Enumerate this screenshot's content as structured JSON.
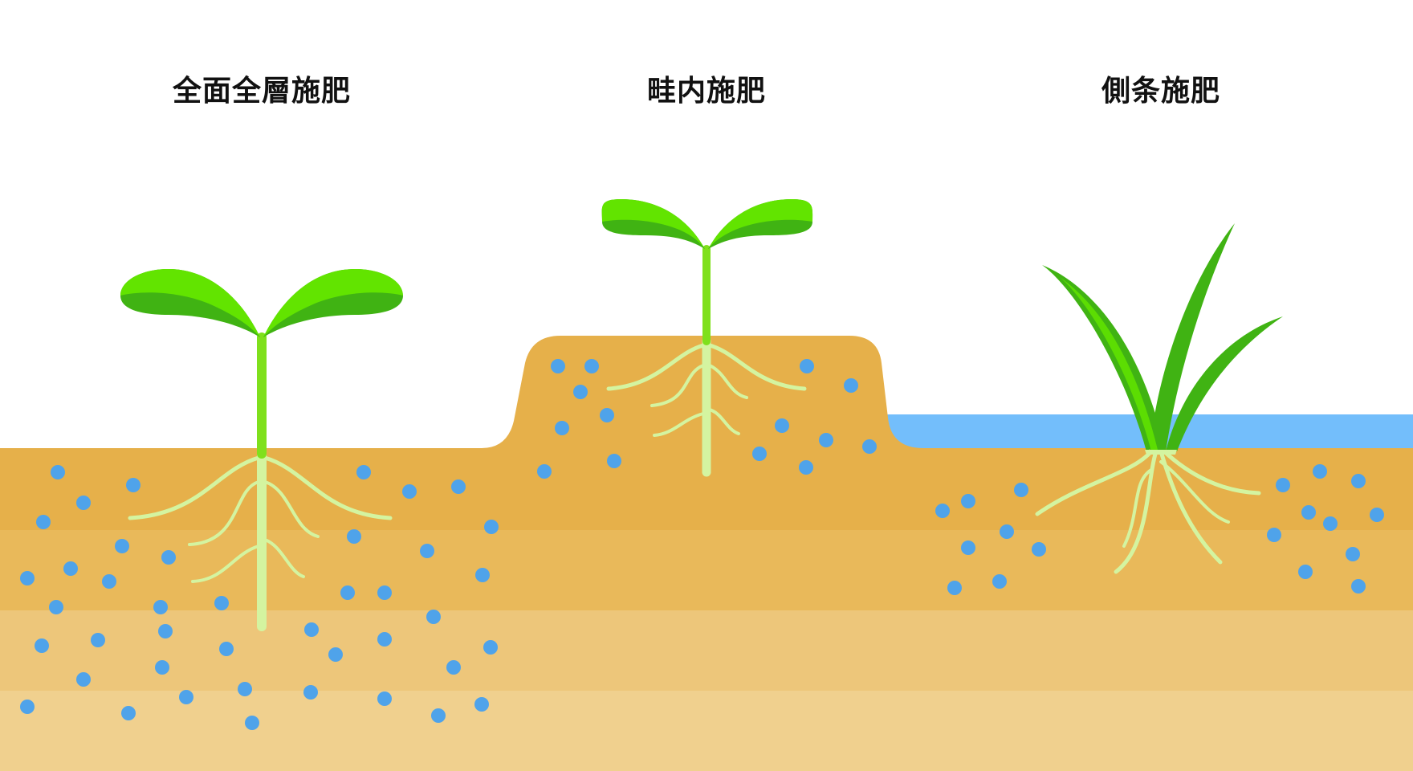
{
  "titles": {
    "broadcast": "全面全層施肥",
    "ridge": "畦内施肥",
    "side": "側条施肥"
  },
  "colors": {
    "soil_band_1": "#e6b04a",
    "soil_band_2": "#e9b95a",
    "soil_band_3": "#edc67a",
    "soil_band_4": "#f0d08e",
    "water": "#73befb",
    "fertilizer": "#4fa3ea",
    "leaf_light": "#62e400",
    "leaf_dark": "#40b313",
    "stem": "#7fe01c",
    "root": "#d4f4a0",
    "title_text": "#111111"
  },
  "icons": {
    "broadcast_plant": "seedling-icon",
    "ridge_plant": "seedling-icon",
    "side_plant": "rice-seedling-icon",
    "fertilizer": "fertilizer-granule-icon"
  }
}
